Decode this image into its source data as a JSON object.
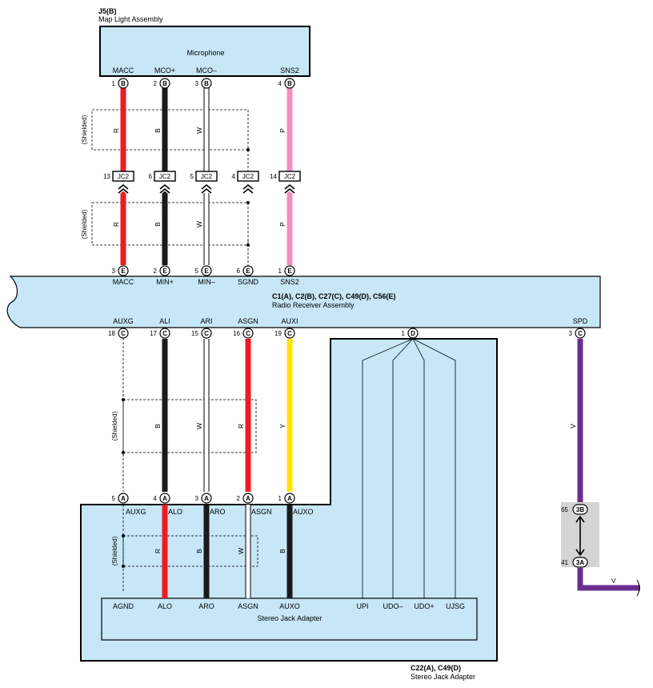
{
  "colors": {
    "component_fill": "#c7e7f7",
    "wire_red": "#ed1c24",
    "wire_black": "#1a1a1a",
    "wire_white": "#ffffff",
    "wire_pink": "#ef8fbf",
    "wire_yellow": "#fde500",
    "wire_purple": "#6b2c8f",
    "junction_gray": "#d4d4d4"
  },
  "map_light": {
    "id": "J5(B)",
    "name": "Map Light Assembly",
    "label": "Microphone",
    "pins": [
      {
        "num": "1",
        "conn": "B",
        "name": "MACC"
      },
      {
        "num": "2",
        "conn": "B",
        "name": "MCO+"
      },
      {
        "num": "3",
        "conn": "B",
        "name": "MCO–"
      },
      {
        "num": "4",
        "conn": "B",
        "name": "SNS2"
      }
    ]
  },
  "shield_label": "(Shielded)",
  "junction": {
    "pins": [
      {
        "num": "13",
        "name": "JC2"
      },
      {
        "num": "6",
        "name": "JC2"
      },
      {
        "num": "5",
        "name": "JC2"
      },
      {
        "num": "4",
        "name": "JC2"
      },
      {
        "num": "14",
        "name": "JC2"
      }
    ]
  },
  "wires_upper": [
    "R",
    "B",
    "W",
    "P"
  ],
  "wires_mid": [
    "R",
    "B",
    "W",
    "P"
  ],
  "radio": {
    "ids": "C1(A), C2(B), C27(C), C49(D), C56(E)",
    "name": "Radio Receiver Assembly",
    "top_pins": [
      {
        "num": "3",
        "conn": "E",
        "name": "MACC"
      },
      {
        "num": "2",
        "conn": "E",
        "name": "MIN+"
      },
      {
        "num": "5",
        "conn": "E",
        "name": "MIN–"
      },
      {
        "num": "6",
        "conn": "E",
        "name": "SGND"
      },
      {
        "num": "1",
        "conn": "E",
        "name": "SNS2"
      }
    ],
    "bottom_pins": [
      {
        "num": "18",
        "conn": "C",
        "name": "AUXG"
      },
      {
        "num": "17",
        "conn": "C",
        "name": "ALI"
      },
      {
        "num": "15",
        "conn": "C",
        "name": "ARI"
      },
      {
        "num": "16",
        "conn": "C",
        "name": "ASGN"
      },
      {
        "num": "19",
        "conn": "C",
        "name": "AUXI"
      },
      {
        "num": "1",
        "conn": "D",
        "name": ""
      },
      {
        "num": "3",
        "conn": "C",
        "name": "SPD"
      }
    ]
  },
  "wires_lower": [
    "B",
    "W",
    "R",
    "Y"
  ],
  "wire_spd": "V",
  "adapter": {
    "ids": "C22(A), C49(D)",
    "name": "Stereo Jack Adapter",
    "inner_label": "Stereo Jack Adapter",
    "top_pins": [
      {
        "num": "5",
        "conn": "A",
        "name": "AUXG"
      },
      {
        "num": "4",
        "conn": "A",
        "name": "ALO"
      },
      {
        "num": "3",
        "conn": "A",
        "name": "ARO"
      },
      {
        "num": "2",
        "conn": "A",
        "name": "ASGN"
      },
      {
        "num": "1",
        "conn": "A",
        "name": "AUXO"
      }
    ],
    "wires": [
      "R",
      "B",
      "W",
      "B"
    ],
    "inner_pins": [
      "AGND",
      "ALO",
      "ARO",
      "ASGN",
      "AUXO",
      "UPI",
      "UDO–",
      "UDO+",
      "UJSG"
    ]
  },
  "spd_junction": {
    "top": {
      "num": "65",
      "conn": "3B"
    },
    "bottom": {
      "num": "41",
      "conn": "3A"
    }
  },
  "wire_spd_out": "V"
}
